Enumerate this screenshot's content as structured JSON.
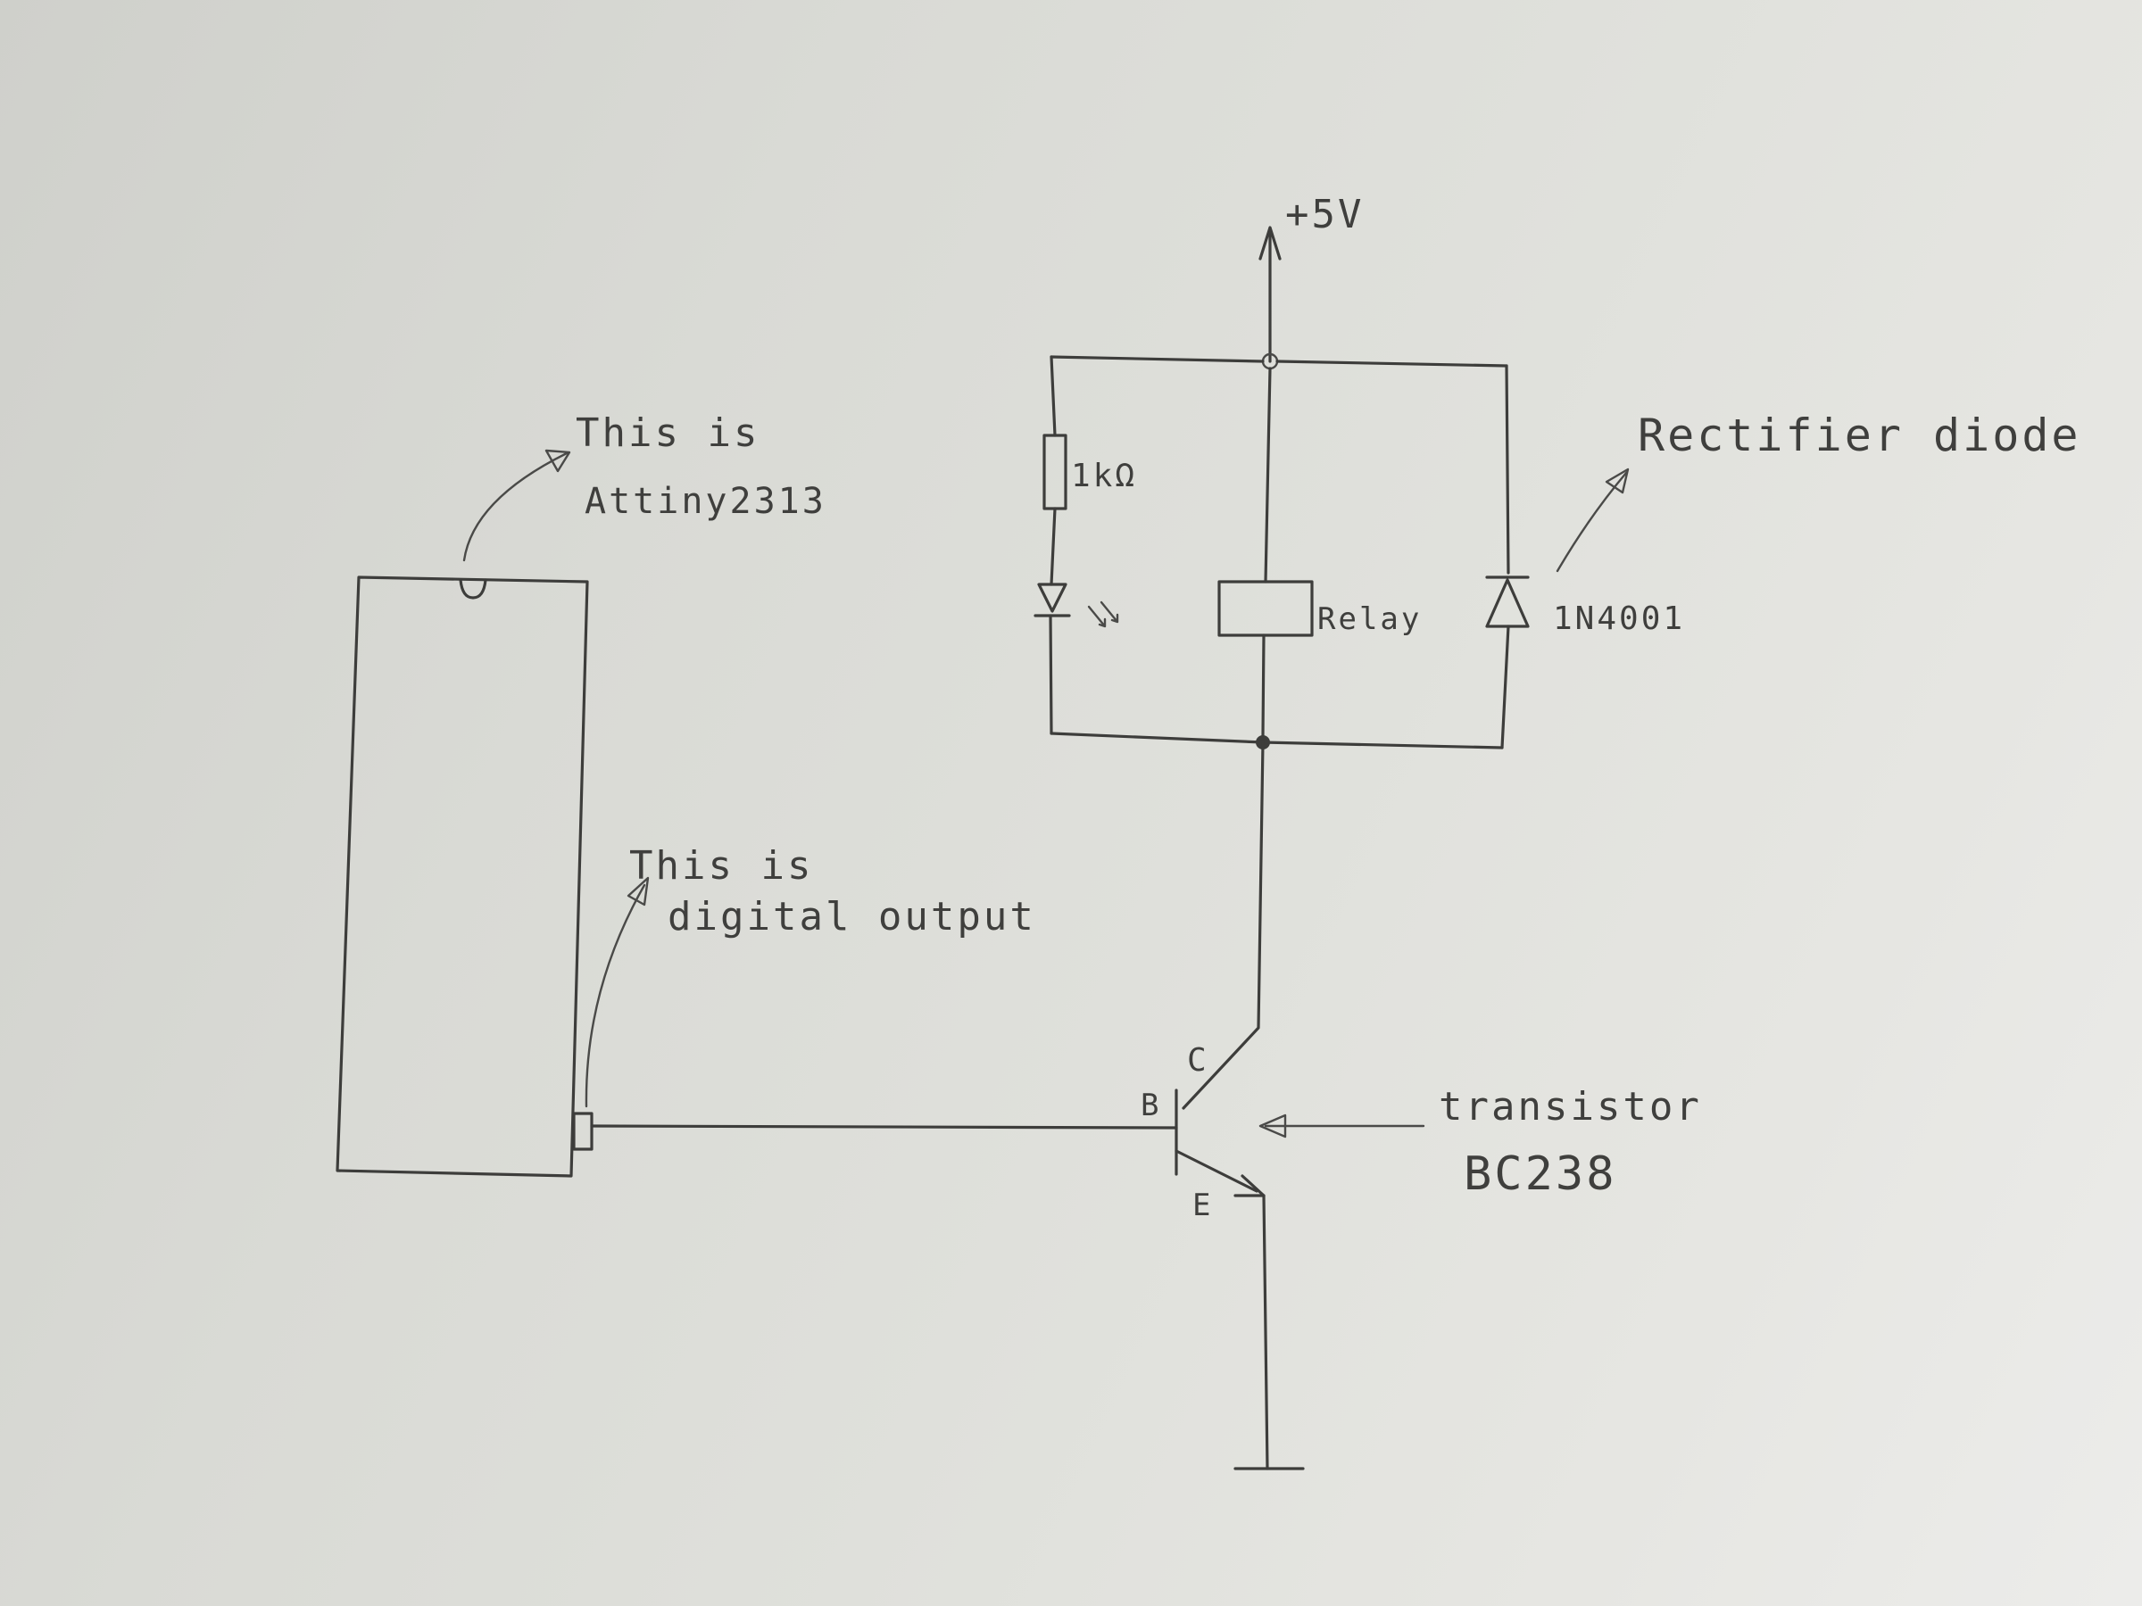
{
  "labels": {
    "supply": "+5V",
    "resistor": "1kΩ",
    "relay": "Relay",
    "diode_part": "1N4001",
    "diode_note": "Rectifier diode",
    "chip_note_line1": "This is",
    "chip_note_line2": "Attiny2313",
    "output_note_line1": "This is",
    "output_note_line2": "digital output",
    "collector": "C",
    "base": "B",
    "emitter": "E",
    "transistor_line1": "transistor",
    "transistor_line2": "BC238"
  }
}
